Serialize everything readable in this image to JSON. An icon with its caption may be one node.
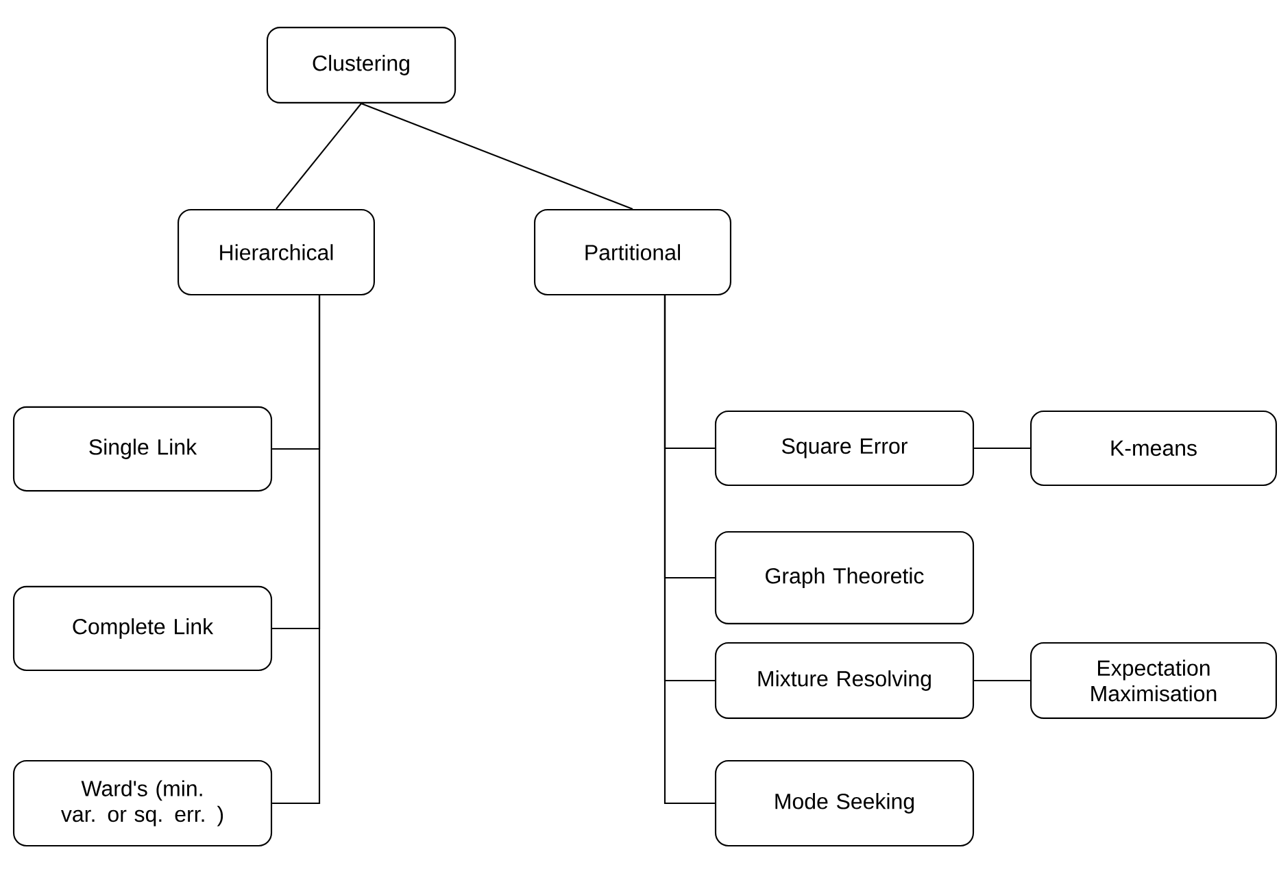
{
  "diagram": {
    "nodes": [
      {
        "text": [
          "Clustering"
        ]
      },
      {
        "text": [
          "Hierarchical"
        ]
      },
      {
        "text": [
          "Partitional"
        ]
      },
      {
        "text": [
          "Single Link"
        ]
      },
      {
        "text": [
          "Complete Link"
        ]
      },
      {
        "text": [
          "Ward's (min. var. or sq. err. )"
        ]
      },
      {
        "text": [
          "Square Error"
        ]
      },
      {
        "text": [
          "K-means"
        ]
      },
      {
        "text": [
          "Graph Theoretic"
        ]
      },
      {
        "text": [
          "Mixture Resolving"
        ]
      },
      {
        "text": [
          "Expectation Maximisation"
        ]
      },
      {
        "text": [
          "Mode Seeking"
        ]
      }
    ],
    "edges": [
      {
        "from": 0,
        "to": 1,
        "arrow": "none"
      },
      {
        "from": 0,
        "to": 2,
        "arrow": "none"
      },
      {
        "from": 1,
        "to": 3,
        "arrow": "none"
      },
      {
        "from": 1,
        "to": 4,
        "arrow": "none"
      },
      {
        "from": 1,
        "to": 5,
        "arrow": "none"
      },
      {
        "from": 2,
        "to": 6,
        "arrow": "none"
      },
      {
        "from": 2,
        "to": 8,
        "arrow": "none"
      },
      {
        "from": 2,
        "to": 9,
        "arrow": "none"
      },
      {
        "from": 2,
        "to": 11,
        "arrow": "none"
      },
      {
        "from": 6,
        "to": 7,
        "arrow": "none"
      },
      {
        "from": 9,
        "to": 10,
        "arrow": "none"
      }
    ]
  }
}
